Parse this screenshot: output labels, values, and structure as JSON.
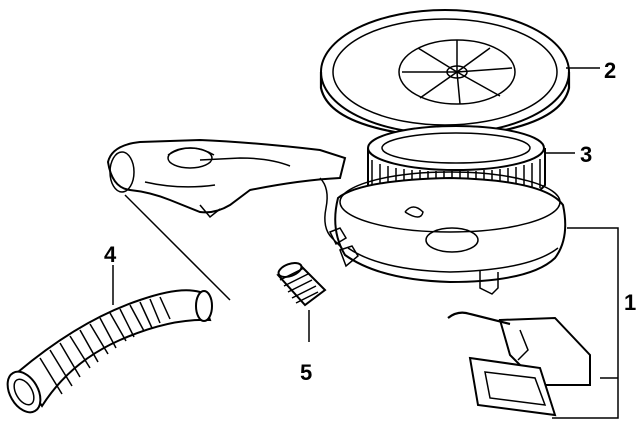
{
  "diagram": {
    "callouts": [
      {
        "id": "1",
        "text": "1"
      },
      {
        "id": "2",
        "text": "2"
      },
      {
        "id": "3",
        "text": "3"
      },
      {
        "id": "4",
        "text": "4"
      },
      {
        "id": "5",
        "text": "5"
      }
    ],
    "line_color": "#000000",
    "background": "#ffffff"
  }
}
